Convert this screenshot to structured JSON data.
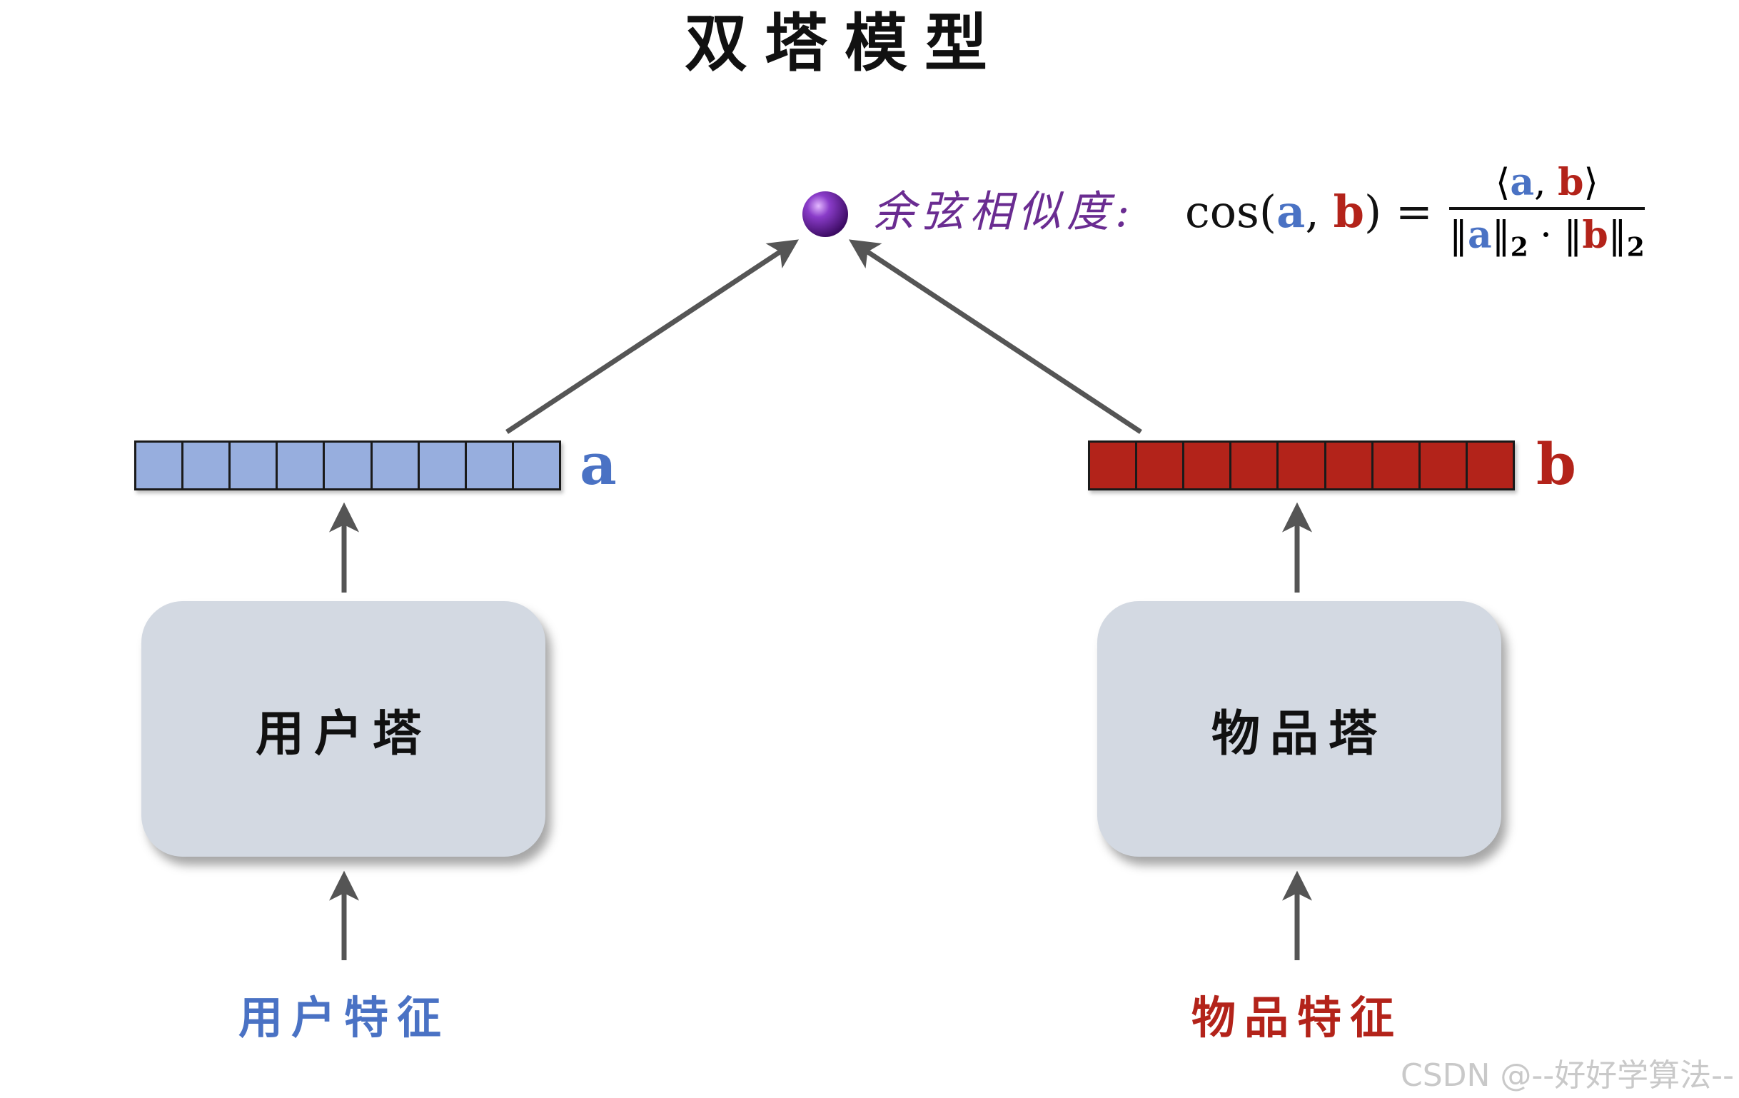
{
  "title": "双塔模型",
  "similarity": {
    "label": "余弦相似度:",
    "lhs_prefix": "cos(",
    "lhs_a": "a",
    "lhs_sep": ", ",
    "lhs_b": "b",
    "lhs_suffix": ") =",
    "numerator_open": "⟨",
    "numerator_a": "a",
    "numerator_sep": ", ",
    "numerator_b": "b",
    "numerator_close": "⟩",
    "denominator_left_open": "‖",
    "denominator_a": "a",
    "denominator_left_close": "‖",
    "denominator_sub1": "2",
    "denominator_dot": " · ",
    "denominator_right_open": "‖",
    "denominator_b": "b",
    "denominator_right_close": "‖",
    "denominator_sub2": "2"
  },
  "vectors": {
    "a_label": "a",
    "b_label": "b"
  },
  "towers": {
    "user": "用户塔",
    "item": "物品塔"
  },
  "features": {
    "user": "用户特征",
    "item": "物品特征"
  },
  "colors": {
    "user_blue": "#4a72c4",
    "vector_a_fill": "#97aede",
    "item_red": "#b3231a",
    "similarity_purple": "#6a2c91",
    "tower_fill": "#d3d9e2"
  },
  "watermark": "CSDN @--好好学算法--"
}
